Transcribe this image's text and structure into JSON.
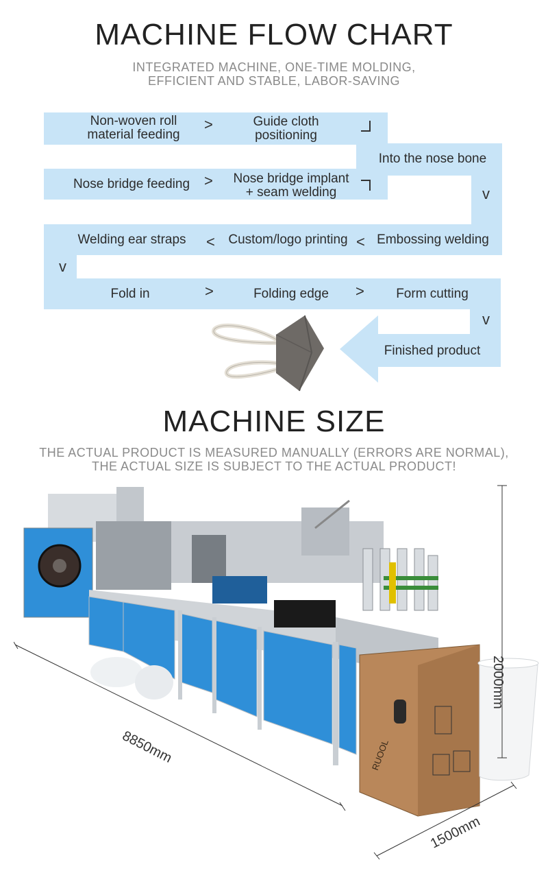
{
  "flow": {
    "title": "MACHINE FLOW CHART",
    "subtitle_line1": "INTEGRATED MACHINE, ONE-TIME MOLDING,",
    "subtitle_line2": "EFFICIENT AND STABLE, LABOR-SAVING",
    "steps": {
      "s1_l1": "Non-woven roll",
      "s1_l2": "material feeding",
      "s2_l1": "Guide cloth",
      "s2_l2": "positioning",
      "s3": "Into the nose bone",
      "s4": "Nose bridge feeding",
      "s5_l1": "Nose bridge implant",
      "s5_l2": "+ seam welding",
      "s6": "Embossing welding",
      "s7": "Custom/logo printing",
      "s8": "Welding ear straps",
      "s9": "Fold in",
      "s10": "Folding edge",
      "s11": "Form cutting",
      "s12": "Finished product"
    },
    "arrows": {
      "right": ">",
      "left": "<",
      "down": "v"
    }
  },
  "size": {
    "title": "MACHINE SIZE",
    "subtitle_line1": "THE ACTUAL PRODUCT IS MEASURED MANUALLY (ERRORS ARE NORMAL),",
    "subtitle_line2": "THE ACTUAL SIZE IS SUBJECT TO THE ACTUAL PRODUCT!",
    "length": "8850mm",
    "width": "1500mm",
    "height": "2000mm",
    "box_brand": "RUOOL"
  },
  "colors": {
    "band": "#c8e4f7",
    "machine_blue": "#2f8fd8",
    "frame": "#c9ced3",
    "box": "#b9875a"
  }
}
